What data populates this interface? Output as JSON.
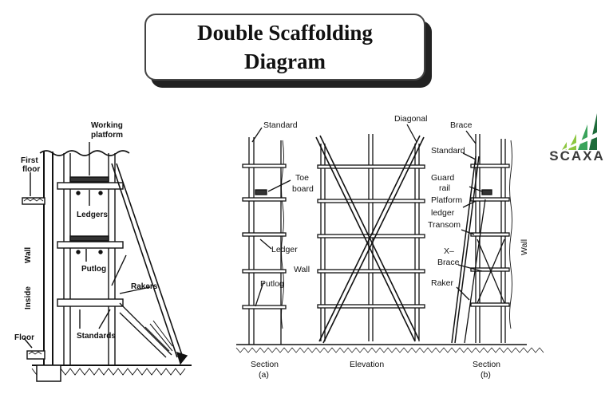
{
  "title": {
    "line1": "Double Scaffolding",
    "line2": "Diagram"
  },
  "left_figure": {
    "labels": {
      "working_platform_1": "Working",
      "working_platform_2": "platform",
      "first_floor_1": "First",
      "first_floor_2": "floor",
      "ledgers": "Ledgers",
      "wall": "Wall",
      "putlog": "Putlog",
      "rakers": "Rakers",
      "inside": "Inside",
      "standards": "Standards",
      "floor": "Floor"
    }
  },
  "section_a": {
    "labels": {
      "standard": "Standard",
      "toe_1": "Toe",
      "toe_2": "board",
      "ledger": "Ledger",
      "wall": "Wall",
      "putlog": "Putlog",
      "caption_1": "Section",
      "caption_2": "(a)"
    }
  },
  "elevation": {
    "labels": {
      "diagonal": "Diagonal",
      "caption": "Elevation"
    }
  },
  "section_b": {
    "labels": {
      "brace": "Brace",
      "standard": "Standard",
      "guard_1": "Guard",
      "guard_2": "rail",
      "platform_1": "Platform",
      "platform_2": "ledger",
      "transom": "Transom",
      "xbrace_1": "X–",
      "xbrace_2": "Brace",
      "raker": "Raker",
      "wall": "Wall",
      "caption_1": "Section",
      "caption_2": "(b)"
    }
  },
  "logo": {
    "text": "SCAXA",
    "colors": [
      "#8cc63f",
      "#3aa35b",
      "#1d6b3a"
    ]
  }
}
